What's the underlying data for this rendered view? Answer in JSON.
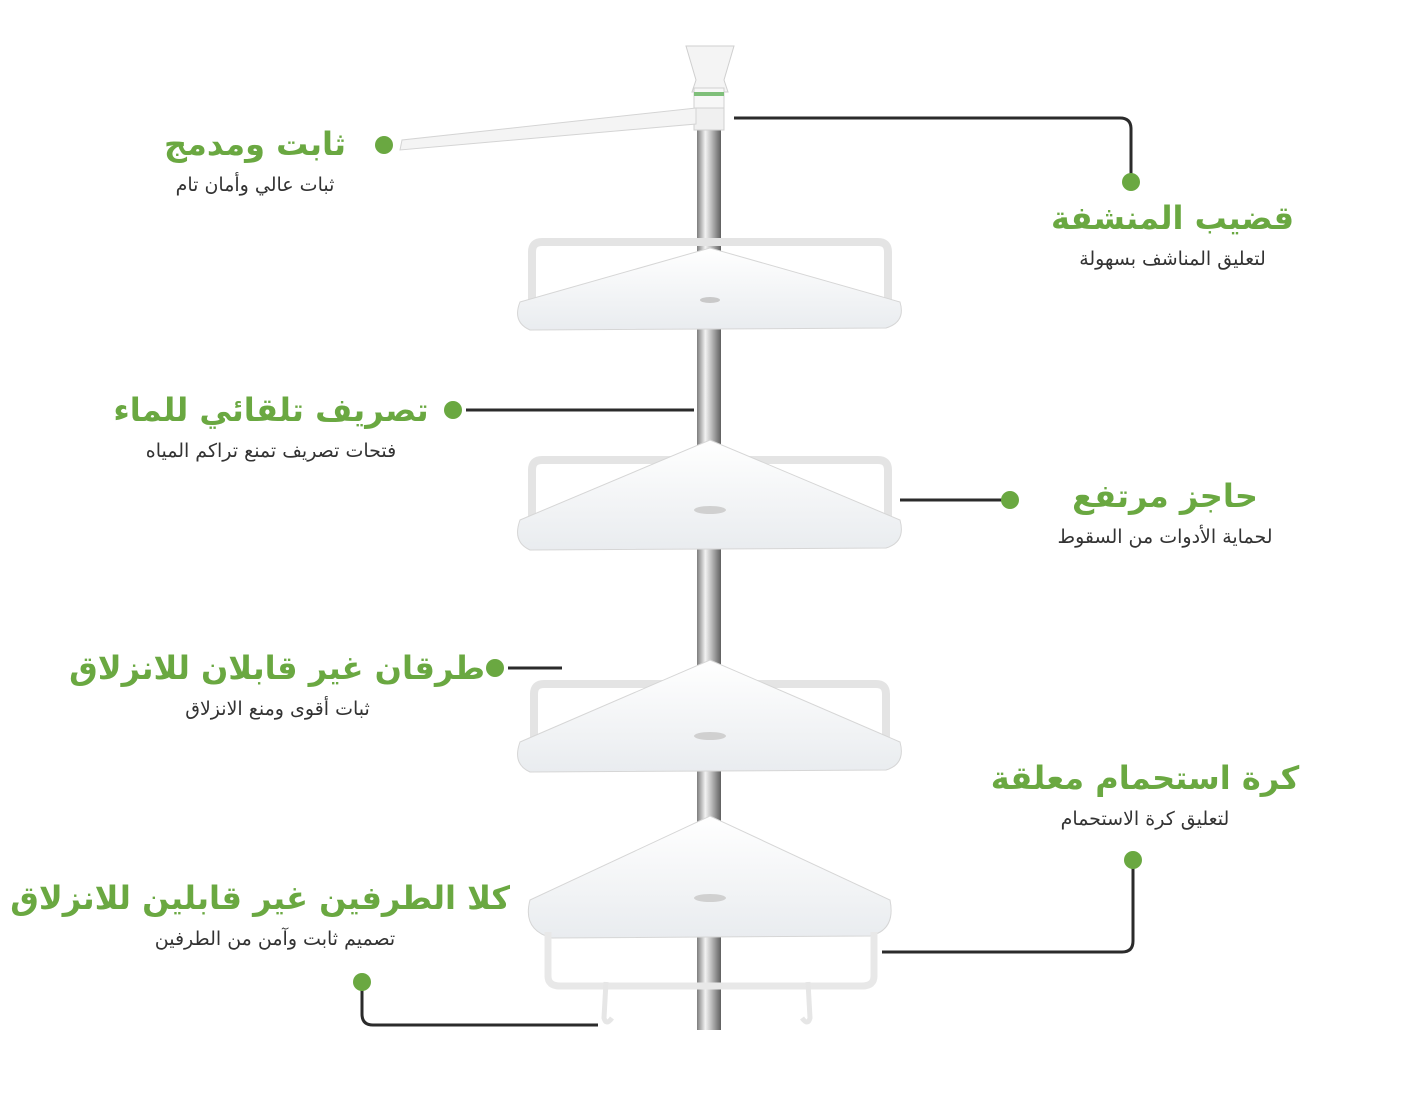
{
  "accent_color": "#6aa841",
  "line_color": "#2b2b2b",
  "features": [
    {
      "title": "ثابت ومدمج",
      "subtitle": "ثبات عالي وأمان تام"
    },
    {
      "title": "قضيب المنشفة",
      "subtitle": "لتعليق المناشف بسهولة"
    },
    {
      "title": "تصريف تلقائي للماء",
      "subtitle": "فتحات تصريف تمنع تراكم المياه"
    },
    {
      "title": "حاجز مرتفع",
      "subtitle": "لحماية الأدوات من السقوط"
    },
    {
      "title": "طرقان غير قابلان للانزلاق",
      "subtitle": "ثبات أقوى ومنع الانزلاق"
    },
    {
      "title": "كرة استحمام معلقة",
      "subtitle": "لتعليق كرة الاستحمام"
    },
    {
      "title": "كلا الطرفين غير قابلين للانزلاق",
      "subtitle": "تصميم ثابت وآمن من الطرفين"
    }
  ]
}
